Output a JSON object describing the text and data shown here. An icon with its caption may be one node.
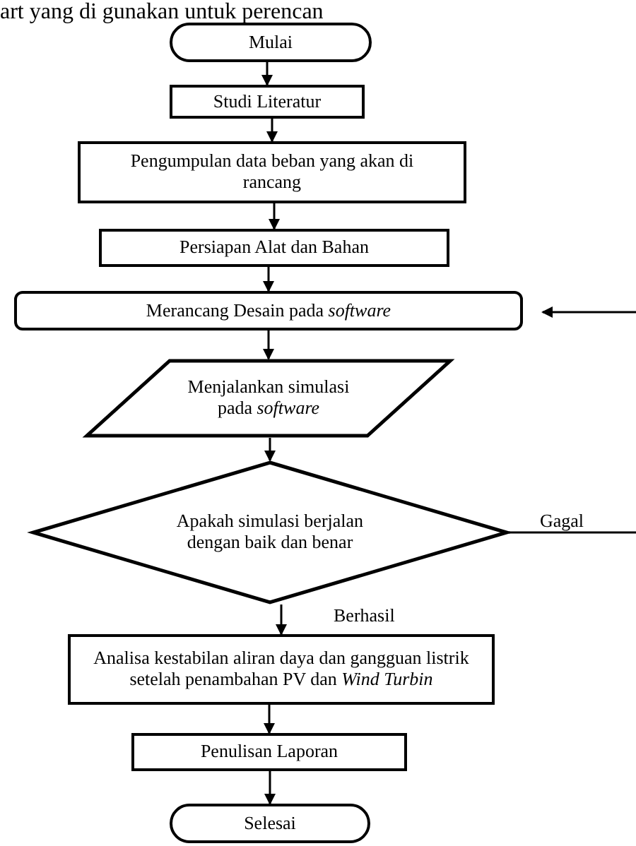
{
  "diagram": {
    "nodes": [
      {
        "text": [
          "Mulai"
        ]
      },
      {
        "text": [
          "Studi Literatur"
        ]
      },
      {
        "text": [
          "Pengumpulan data beban yang akan di rancang"
        ]
      },
      {
        "text": [
          "Persiapan Alat dan Bahan"
        ]
      },
      {
        "text": [
          "Merancang Desain pada *software*"
        ]
      },
      {
        "text": [
          "Menjalankan simulasi pada *software*"
        ]
      },
      {
        "text": [
          "Apakah simulasi berjalan dengan baik dan benar"
        ]
      },
      {
        "text": [
          "Analisa kestabilan aliran daya dan gangguan listrik setelah penambahan PV dan *Wind Turbin*"
        ]
      },
      {
        "text": [
          "Penulisan Laporan"
        ]
      },
      {
        "text": [
          "Selesai"
        ]
      }
    ],
    "edges": [
      {
        "from": 0,
        "to": 1,
        "arrow": "to"
      },
      {
        "from": 1,
        "to": 2,
        "arrow": "to"
      },
      {
        "from": 2,
        "to": 3,
        "arrow": "to"
      },
      {
        "from": 3,
        "to": 4,
        "arrow": "to"
      },
      {
        "from": 4,
        "to": 5,
        "arrow": "to"
      },
      {
        "from": 5,
        "to": 6,
        "arrow": "to"
      },
      {
        "from": 6,
        "to": null,
        "arrow": "none",
        "label": "Gagal"
      },
      {
        "from": null,
        "to": 4,
        "arrow": "to"
      },
      {
        "from": 6,
        "to": 7,
        "arrow": "to",
        "label": "Berhasil"
      },
      {
        "from": 7,
        "to": 8,
        "arrow": "to"
      },
      {
        "from": 8,
        "to": 9,
        "arrow": "to"
      }
    ],
    "labels": [
      "art yang di gunakan untuk perencan"
    ]
  }
}
